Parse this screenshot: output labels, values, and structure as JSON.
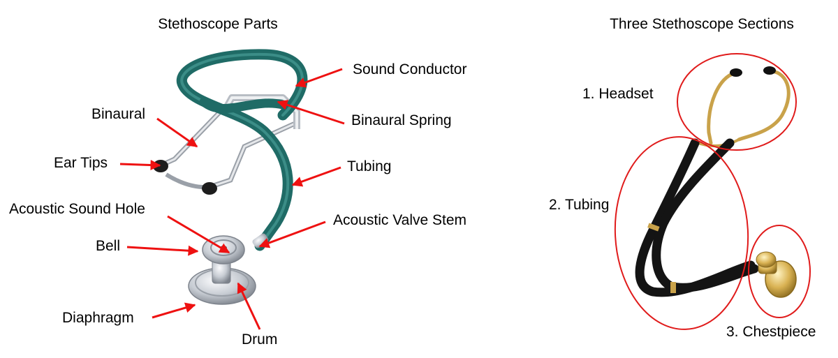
{
  "left_panel": {
    "title": "Stethoscope Parts",
    "labels": {
      "sound_conductor": "Sound Conductor",
      "binaural": "Binaural",
      "binaural_spring": "Binaural Spring",
      "ear_tips": "Ear Tips",
      "tubing": "Tubing",
      "acoustic_sound_hole": "Acoustic Sound Hole",
      "acoustic_valve_stem": "Acoustic Valve Stem",
      "bell": "Bell",
      "diaphragm": "Diaphragm",
      "drum": "Drum"
    },
    "tubing_color": "#1f6b66"
  },
  "right_panel": {
    "title": "Three Stethoscope Sections",
    "sections": {
      "headset": "1. Headset",
      "tubing": "2. Tubing",
      "chestpiece": "3. Chestpiece"
    },
    "tubing_color": "#141414",
    "metal_color": "#c9a24a"
  },
  "colors": {
    "arrow": "#ee1111",
    "circle": "#e01b1b",
    "chrome": "#c8ccd2"
  }
}
